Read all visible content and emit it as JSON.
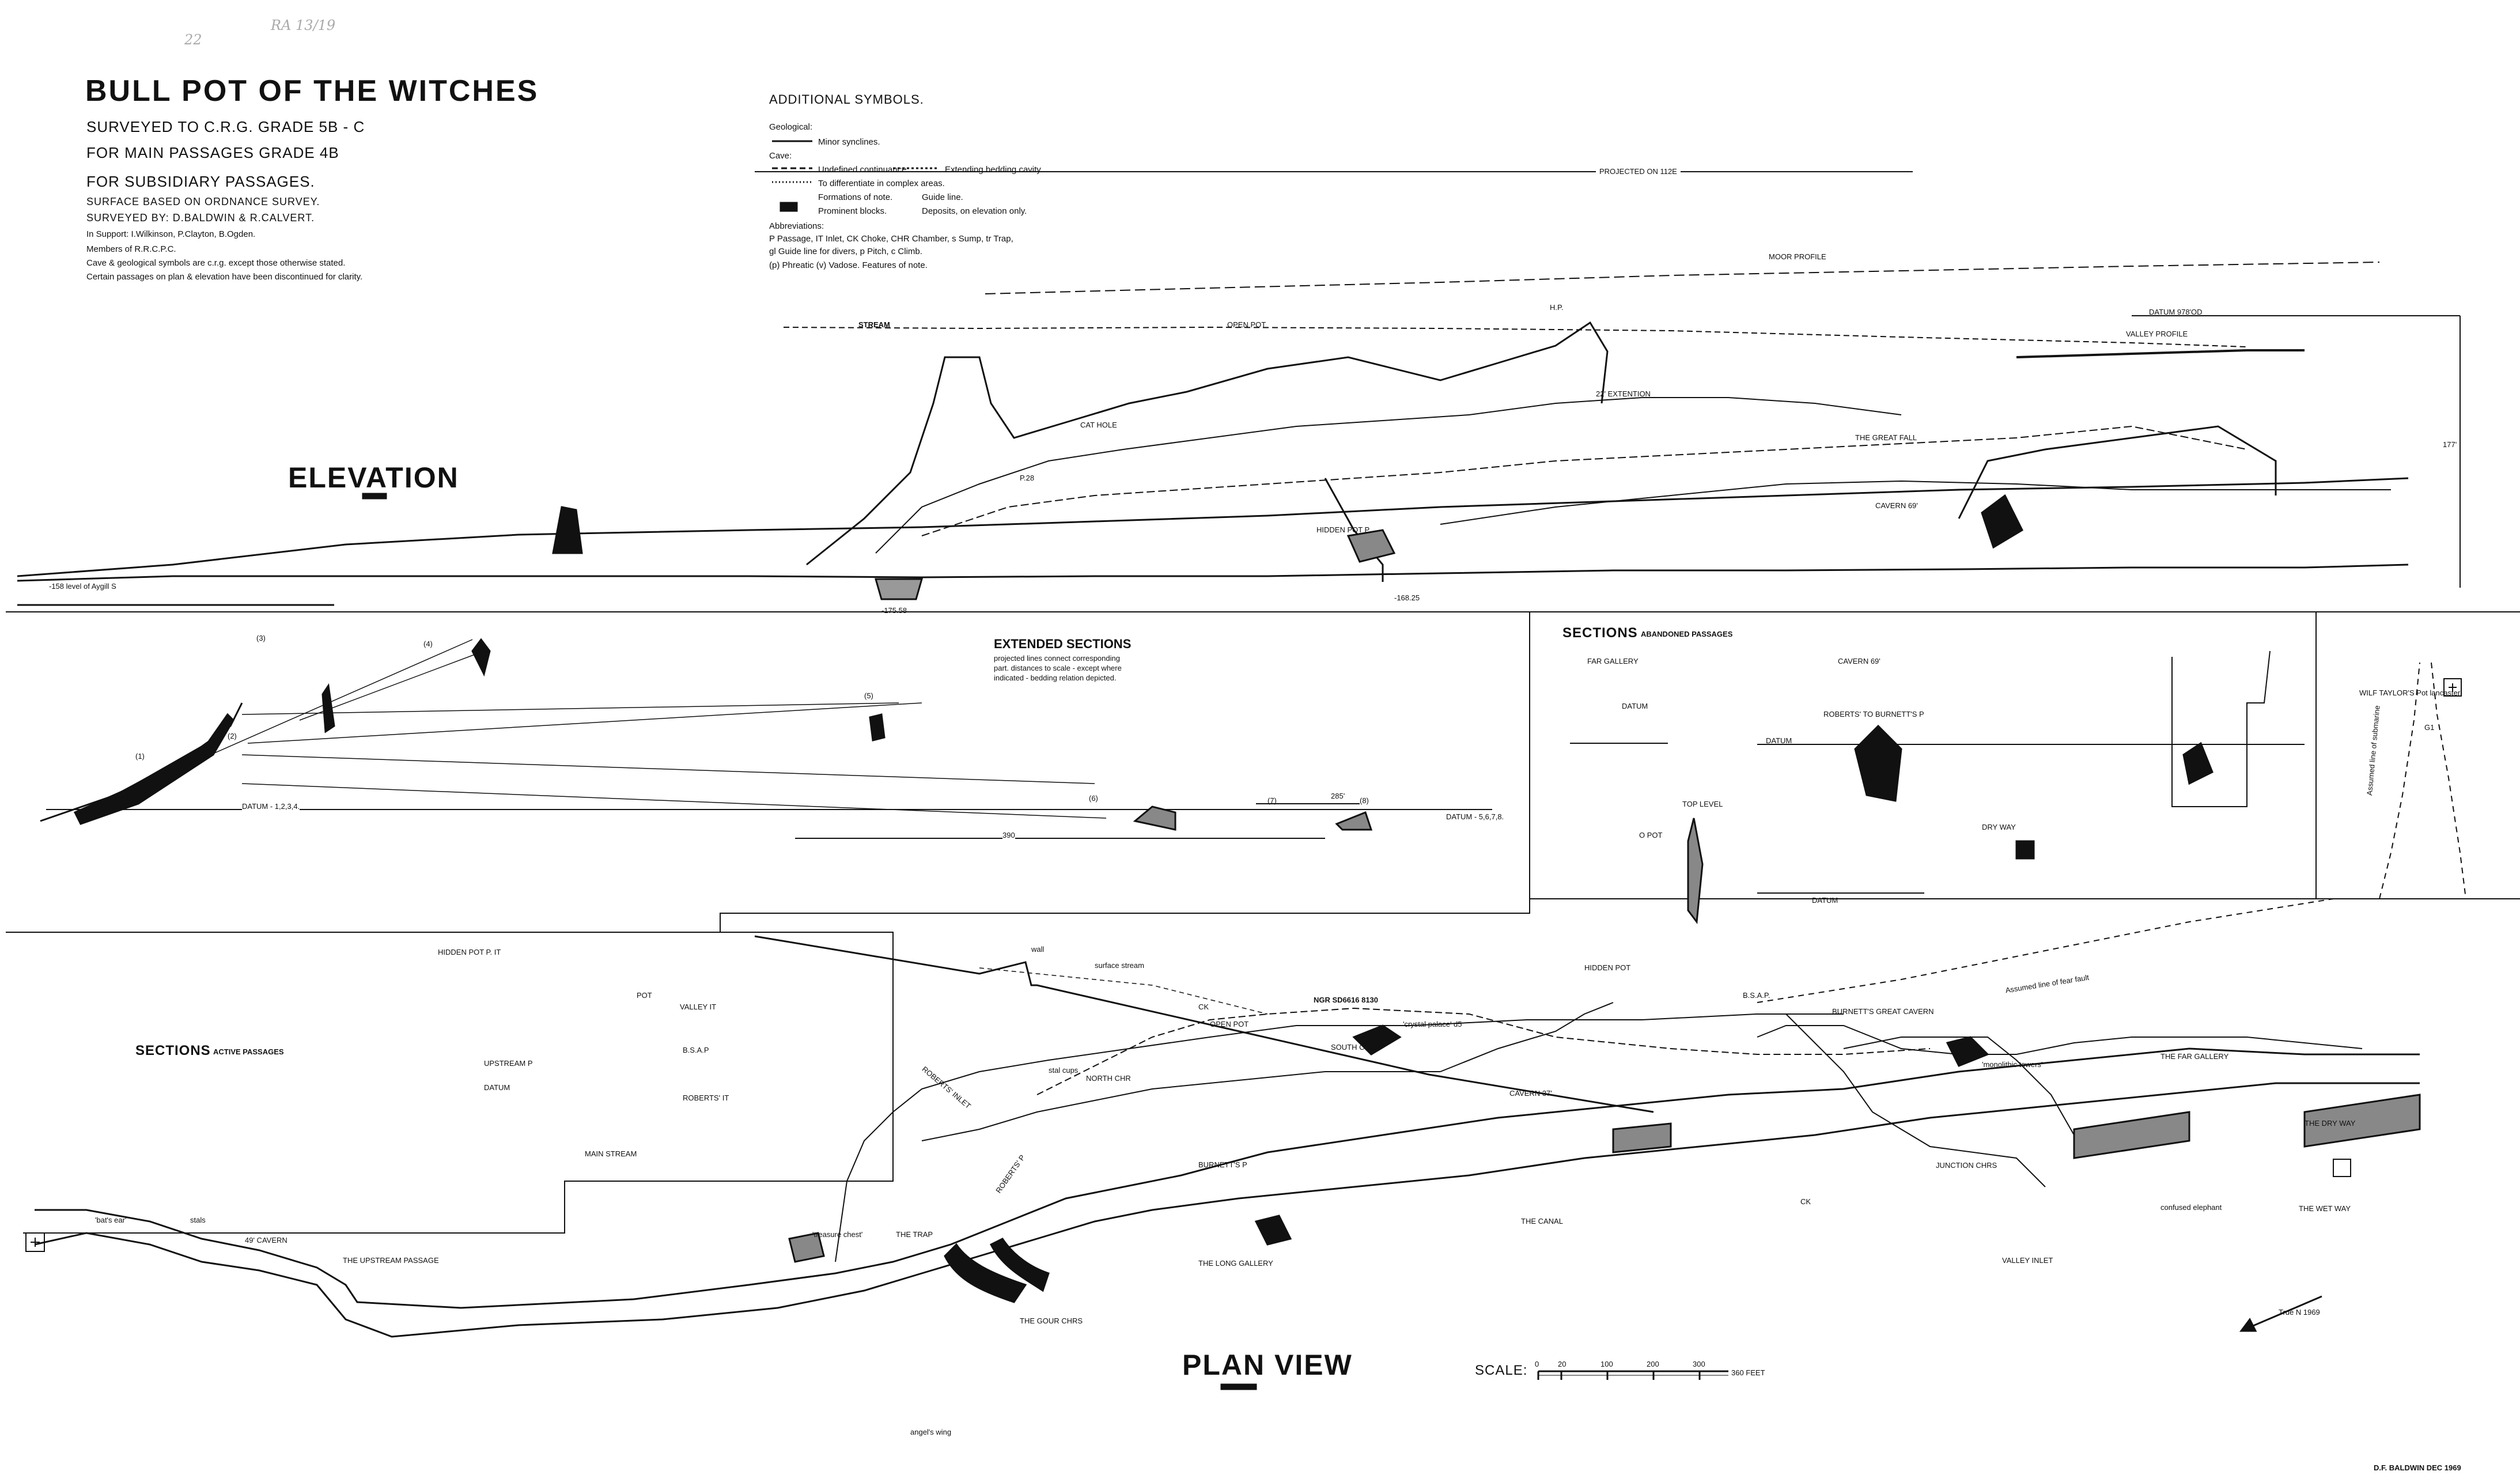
{
  "pencil_notes": [
    "RA 13/19",
    "22"
  ],
  "header": {
    "title": "BULL POT OF THE WITCHES",
    "lines": [
      "SURVEYED TO C.R.G. GRADE 5B - C",
      "FOR MAIN PASSAGES GRADE 4B",
      "FOR SUBSIDIARY PASSAGES."
    ],
    "details": [
      "SURFACE BASED ON ORDNANCE SURVEY.",
      "SURVEYED BY: D.BALDWIN & R.CALVERT.",
      "In Support: I.Wilkinson, P.Clayton, B.Ogden.",
      "Members of R.R.C.P.C.",
      "Cave & geological symbols are c.r.g. except those otherwise stated.",
      "Certain passages on plan & elevation have been discontinued for clarity."
    ]
  },
  "legend": {
    "title": "ADDITIONAL SYMBOLS.",
    "geological_label": "Geological:",
    "cave_label": "Cave:",
    "items": [
      "Minor synclines.",
      "Undefined continuance.",
      "Extending bedding cavity.",
      "To differentiate in complex areas.",
      "Formations of note.",
      "Guide line.",
      "Prominent blocks.",
      "Deposits, on elevation only."
    ],
    "abbrev_label": "Abbreviations:",
    "abbreviations": [
      "P Passage, IT Inlet, CK Choke, CHR Chamber, s Sump, tr Trap,",
      "gl Guide line for divers, p Pitch, c Climb.",
      "(p) Phreatic (v) Vadose. Features of note."
    ]
  },
  "elevation": {
    "heading": "ELEVATION",
    "projected": "PROJECTED ON 112E",
    "labels": [
      "MOOR PROFILE",
      "DATUM 978'OD",
      "VALLEY PROFILE",
      "STREAM",
      "OPEN POT",
      "H.P.",
      "22' EXTENTION",
      "CAT HOLE",
      "THE GREAT FALL",
      "CAVERN 69'",
      "HIDDEN POT P",
      "P.28",
      "-158 level of Aygill S",
      "-175.58",
      "-168.25",
      "177'"
    ]
  },
  "extended_sections": {
    "heading": "EXTENDED SECTIONS",
    "note": [
      "projected lines connect corresponding",
      "part. distances to scale - except where",
      "indicated - bedding relation depicted."
    ],
    "labels": [
      "(1)",
      "(2)",
      "(3)",
      "(4)",
      "(5)",
      "(6)",
      "(7)",
      "(8)",
      "DATUM - 1,2,3,4.",
      "DATUM - 5,6,7,8.",
      "285'",
      "390"
    ]
  },
  "abandoned_sections": {
    "heading": "SECTIONS",
    "heading_sub": "ABANDONED PASSAGES",
    "labels": [
      "FAR GALLERY",
      "DATUM",
      "CAVERN 69'",
      "ROBERTS' TO BURNETT'S P",
      "DATUM",
      "TOP LEVEL",
      "O POT",
      "DRY WAY",
      "DATUM"
    ]
  },
  "active_sections": {
    "heading": "SECTIONS",
    "heading_sub": "ACTIVE PASSAGES",
    "labels": [
      "HIDDEN POT P. IT",
      "POT",
      "VALLEY IT",
      "B.S.A.P",
      "UPSTREAM P",
      "DATUM",
      "ROBERTS' IT",
      "MAIN STREAM"
    ]
  },
  "plan": {
    "heading": "PLAN VIEW",
    "labels": [
      "wall",
      "surface stream",
      "HIDDEN POT",
      "NGR SD6616 8130",
      "CK",
      "OPEN POT",
      "SOUTH CHR",
      "'crystal palace' d5",
      "B.S.A.P.",
      "BURNETT'S GREAT CAVERN",
      "Assumed line of fear fault",
      "'monolithic towers'",
      "THE FAR GALLERY",
      "THE DRY WAY",
      "THE WET WAY",
      "confused elephant",
      "VALLEY INLET",
      "JUNCTION CHRS",
      "CK",
      "CAVERN 37'",
      "stal cups",
      "NORTH CHR",
      "ROBERTS' INLET",
      "ROBERTS' P",
      "BURNETT'S P",
      "THE CANAL",
      "THE LONG GALLERY",
      "THE TRAP",
      "'treasure chest'",
      "THE GOUR CHRS",
      "angel's wing",
      "'bat's ear'",
      "stals",
      "49' CAVERN",
      "THE UPSTREAM PASSAGE",
      "WILF TAYLOR'S Pot lancaster",
      "G1",
      "True N 1969",
      "Assumed line of submarine"
    ]
  },
  "scale": {
    "label": "SCALE:",
    "ticks": [
      "0",
      "20",
      "100",
      "200",
      "300",
      "360 FEET"
    ]
  },
  "credit": "D.F. BALDWIN DEC 1969"
}
